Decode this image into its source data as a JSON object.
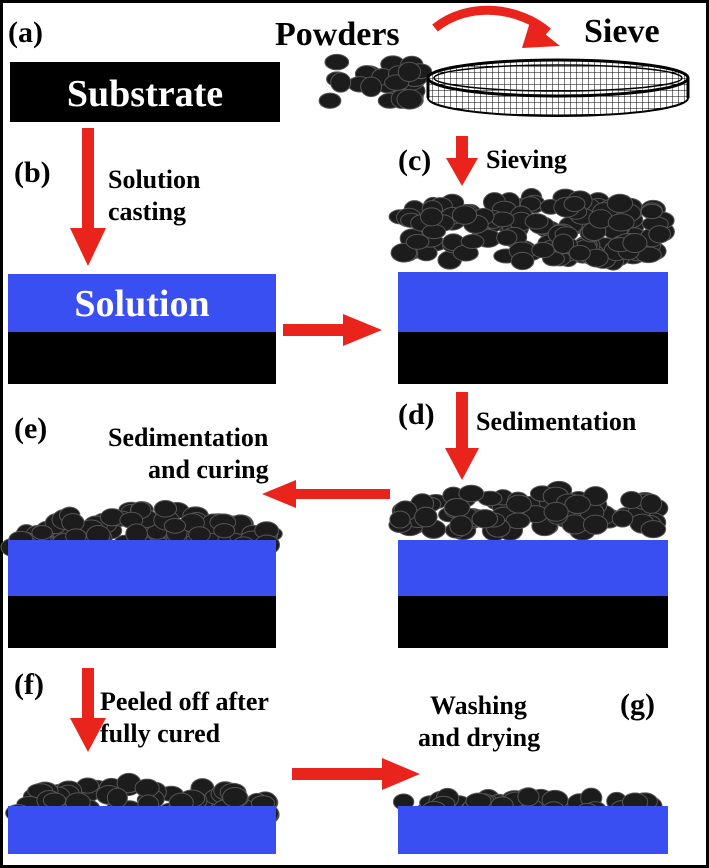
{
  "colors": {
    "arrow": "#e8241c",
    "solution": "#3a4ff2",
    "substrate": "#000000",
    "particle": "#1c1c1c",
    "particle_edge": "#555555",
    "frame": "#000000"
  },
  "panels": {
    "a": "(a)",
    "b": "(b)",
    "c": "(c)",
    "d": "(d)",
    "e": "(e)",
    "f": "(f)",
    "g": "(g)"
  },
  "top": {
    "powders": "Powders",
    "sieve": "Sieve"
  },
  "boxes": {
    "substrate": "Substrate",
    "solution": "Solution"
  },
  "steps": {
    "solution_casting_1": "Solution",
    "solution_casting_2": "casting",
    "sieving": "Sieving",
    "sedimentation": "Sedimentation",
    "sed_curing_1": "Sedimentation",
    "sed_curing_2": "and curing",
    "peeled_1": "Peeled off after",
    "peeled_2": "fully cured",
    "washing_1": "Washing",
    "washing_2": "and drying"
  }
}
